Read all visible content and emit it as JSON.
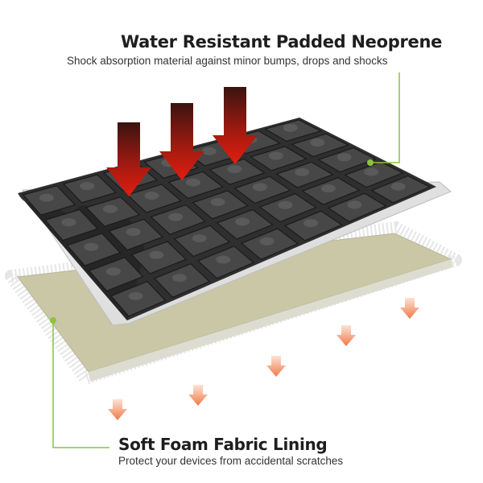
{
  "top_callout": {
    "title": "Water Resistant Padded Neoprene",
    "subtitle": "Shock absorption material against minor bumps, drops and shocks"
  },
  "bottom_callout": {
    "title": "Soft Foam Fabric Lining",
    "subtitle": "Protect your devices from accidental scratches"
  },
  "colors": {
    "accent_line": "#8cc43c",
    "neoprene": "#3a3a3a",
    "lining": "#c9c7a6",
    "pressure_arrow": "#d81e10",
    "heat_arrow": "#f08a5a"
  },
  "icons": [
    "pressure-arrow-icon",
    "heat-arrow-icon",
    "callout-dot-icon"
  ]
}
